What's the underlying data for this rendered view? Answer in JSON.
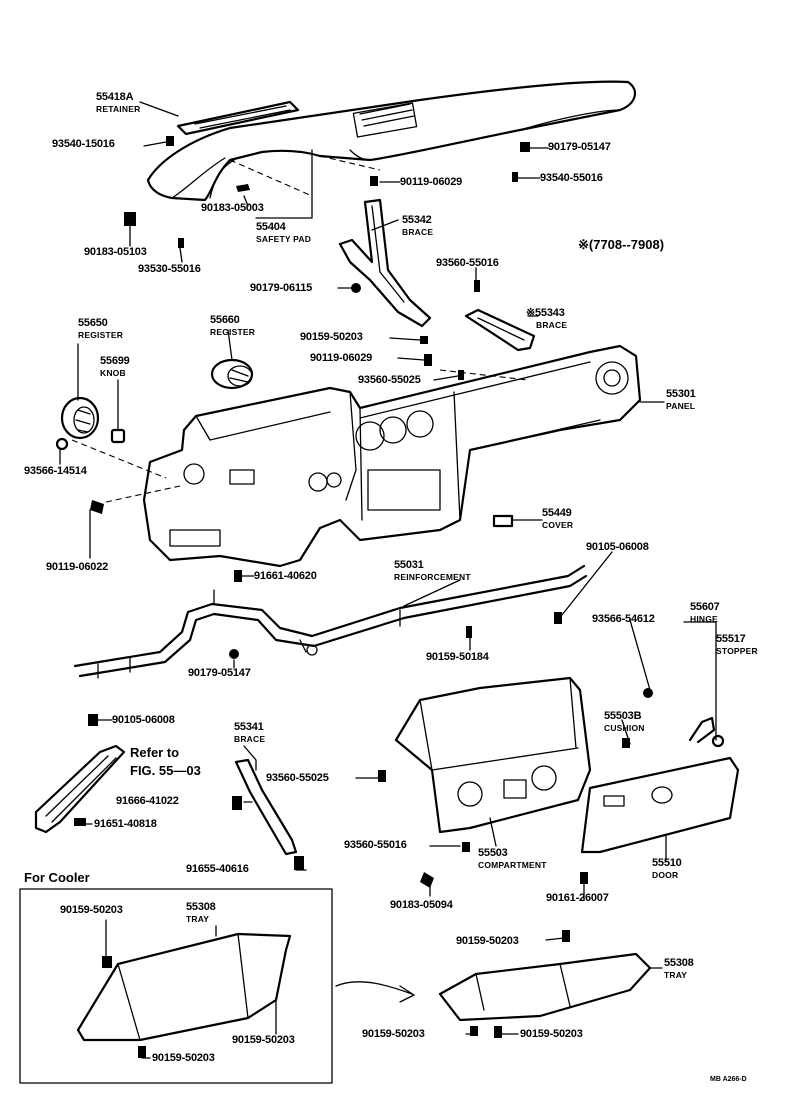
{
  "labels": {
    "p55418a": "55418A",
    "n_retainer": "RETAINER",
    "p93540_15016": "93540-15016",
    "p90179_05147a": "90179-05147",
    "p90119_06029a": "90119-06029",
    "p93540_55016": "93540-55016",
    "p90183_05003": "90183-05003",
    "p55404": "55404",
    "n_safety_pad": "SAFETY PAD",
    "p90183_05103": "90183-05103",
    "p93530_55016": "93530-55016",
    "p55342": "55342",
    "n_brace1": "BRACE",
    "p90179_06115": "90179-06115",
    "p_7708_7908": "※(7708--7908)",
    "p93560_55016a": "93560-55016",
    "p55343": "※55343",
    "n_brace2": "BRACE",
    "p55650": "55650",
    "n_register1": "REGISTER",
    "p55660": "55660",
    "n_register2": "REGISTER",
    "p55699": "55699",
    "n_knob": "KNOB",
    "p90159_50203a": "90159-50203",
    "p90119_06029b": "90119-06029",
    "p93560_55025a": "93560-55025",
    "p55301": "55301",
    "n_panel": "PANEL",
    "p93566_14514": "93566-14514",
    "p55449": "55449",
    "n_cover": "COVER",
    "p90119_06022": "90119-06022",
    "p90105_06008a": "90105-06008",
    "p55031": "55031",
    "n_reinforcement": "REINFORCEMENT",
    "p91661_40620": "91661-40620",
    "p93566_54612": "93566-54612",
    "p55607": "55607",
    "n_hinge": "HINGE",
    "p55517": "55517",
    "n_stopper": "STOPPER",
    "p90159_50184": "90159-50184",
    "p90179_05147b": "90179-05147",
    "p90105_06008b": "90105-06008",
    "p55341": "55341",
    "n_brace3": "BRACE",
    "refer1": "Refer to",
    "refer2": "FIG. 55—03",
    "p93560_55025b": "93560-55025",
    "p55503b": "55503B",
    "n_cushion": "CUSHION",
    "p91666_41022": "91666-41022",
    "p91651_40818": "91651-40818",
    "p93560_55016b": "93560-55016",
    "p55503": "55503",
    "n_compartment": "COMPARTMENT",
    "p55510": "55510",
    "n_door": "DOOR",
    "p91655_40616": "91655-40616",
    "for_cooler": "For Cooler",
    "p90159_50203b": "90159-50203",
    "p55308a": "55308",
    "n_tray1": "TRAY",
    "p90183_05094": "90183-05094",
    "p90161_26007": "90161-26007",
    "p90159_50203c": "90159-50203",
    "p55308b": "55308",
    "n_tray2": "TRAY",
    "p90159_50203d": "90159-50203",
    "p90159_50203e": "90159-50203",
    "p90159_50203f": "90159-50203",
    "p90159_50203g": "90159-50203",
    "code": "MB A266-D"
  }
}
